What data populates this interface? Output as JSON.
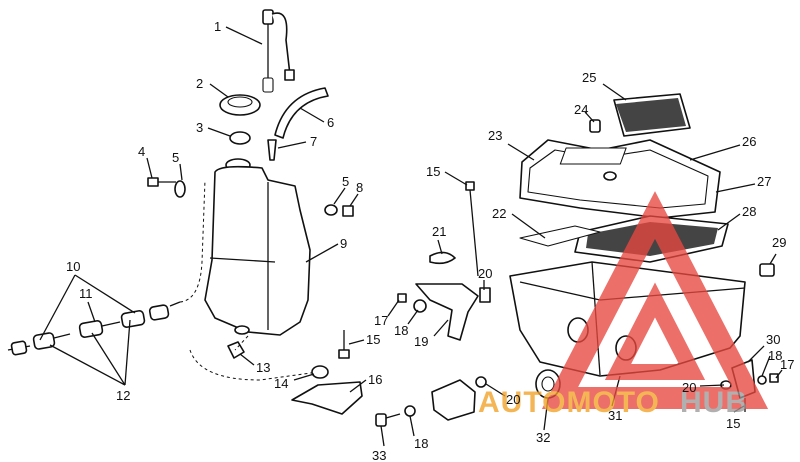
{
  "callouts": [
    "1",
    "2",
    "3",
    "4",
    "5",
    "6",
    "7",
    "5",
    "8",
    "9",
    "10",
    "11",
    "12",
    "13",
    "14",
    "15",
    "16",
    "15",
    "21",
    "20",
    "17",
    "18",
    "19",
    "22",
    "23",
    "24",
    "25",
    "26",
    "27",
    "28",
    "29",
    "30",
    "18",
    "17",
    "20",
    "15",
    "31",
    "32",
    "18",
    "33",
    "20"
  ],
  "watermark": {
    "word_orange": "AUTOMOTO",
    "word_gray": "HUB",
    "colors": {
      "red": "#e8473f",
      "orange": "#f2a126",
      "gray": "#9a9a9a"
    }
  }
}
